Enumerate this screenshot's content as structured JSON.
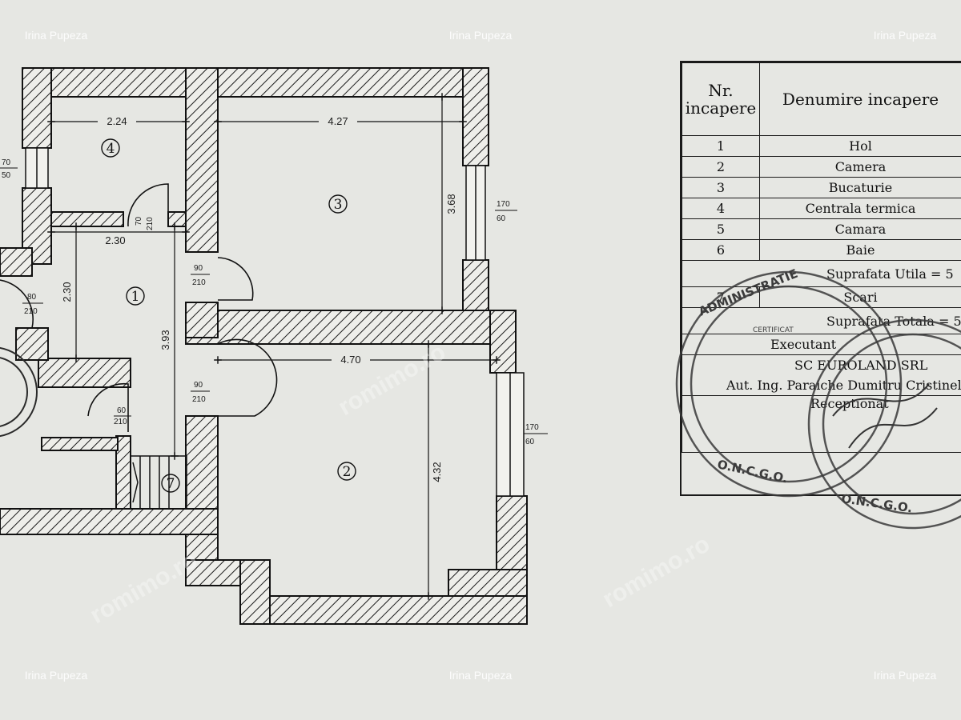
{
  "watermarks": [
    "Irina Pupeza",
    "Irina Pupeza",
    "Irina Pupeza",
    "Irina Pupeza",
    "Irina Pupeza",
    "Irina Pupeza"
  ],
  "site_watermark": "romimo.ro",
  "rooms": [
    {
      "number": "1"
    },
    {
      "number": "2"
    },
    {
      "number": "3"
    },
    {
      "number": "4"
    },
    {
      "number": "7"
    }
  ],
  "dimensions": {
    "room4_width": "2.24",
    "room3_width": "4.27",
    "room3_depth": "3.68",
    "hall_width": "2.30",
    "hall_depth": "2.30",
    "hall_length": "3.93",
    "room2_width": "4.70",
    "room2_depth": "4.32"
  },
  "openings": {
    "window_left_top": {
      "w": "70",
      "h": "50"
    },
    "window_right_room3": {
      "w": "170",
      "h": "60"
    },
    "window_right_room2": {
      "w": "170",
      "h": "60"
    },
    "door_room4": {
      "w": "70",
      "h": "210"
    },
    "door_room3": {
      "w": "90",
      "h": "210"
    },
    "door_room2": {
      "w": "90",
      "h": "210"
    },
    "door_left": {
      "w": "80",
      "h": "210"
    },
    "door_bath": {
      "w": "60",
      "h": "210"
    }
  },
  "legend": {
    "header_nr": "Nr. incapere",
    "header_name": "Denumire incapere",
    "rows": [
      {
        "nr": "1",
        "name": "Hol"
      },
      {
        "nr": "2",
        "name": "Camera"
      },
      {
        "nr": "3",
        "name": "Bucaturie"
      },
      {
        "nr": "4",
        "name": "Centrala termica"
      },
      {
        "nr": "5",
        "name": "Camara"
      },
      {
        "nr": "6",
        "name": "Baie"
      }
    ],
    "suprafata_utila": "Suprafata Utila = 5",
    "row7_nr": "7",
    "row7_name": "Scari",
    "suprafata_totala": "Suprafata Totala = 5",
    "executant": "Executant",
    "firma": "SC EUROLAND SRL",
    "autorizat": "Aut. Ing. Paraiche Dumitru Cristinel",
    "receptionat": "Receptionat"
  },
  "stamps": {
    "ring_text": "O.N.C.G.O.",
    "arc_text": "ADMINISTRATIE",
    "inner_text": "CERTIFICAT"
  }
}
